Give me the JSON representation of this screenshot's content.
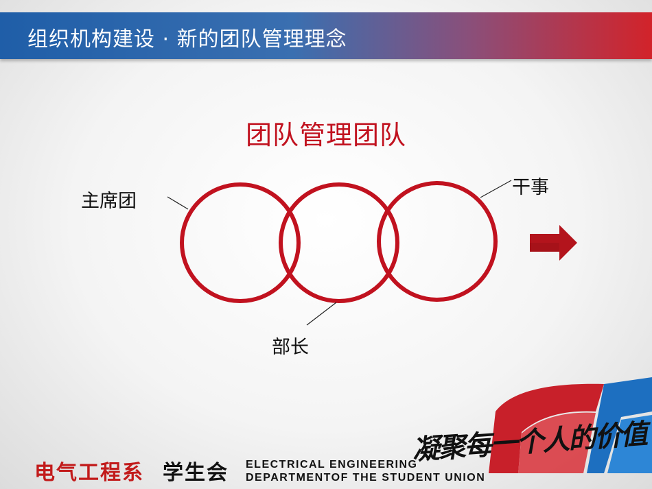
{
  "header": {
    "title": "组织机构建设 · 新的团队管理理念"
  },
  "diagram": {
    "title": "团队管理团队",
    "labels": {
      "left": "主席团",
      "middle": "部长",
      "right": "干事"
    }
  },
  "footer": {
    "org_name_red": "电气工程系",
    "org_name_black": "学生会",
    "english_line1": "ELECTRICAL ENGINEERING",
    "english_line2": "DEPARTMENTOF THE STUDENT UNION",
    "slogan": "凝聚每一个人的价值"
  },
  "colors": {
    "accent_red": "#c1121f",
    "header_blue": "#1f5ea8",
    "header_red": "#d2232a",
    "emblem_red": "#c8202a",
    "emblem_blue": "#1d6fc0"
  },
  "icons": {
    "arrow": "right-arrow-icon",
    "logo": "student-union-emblem"
  }
}
